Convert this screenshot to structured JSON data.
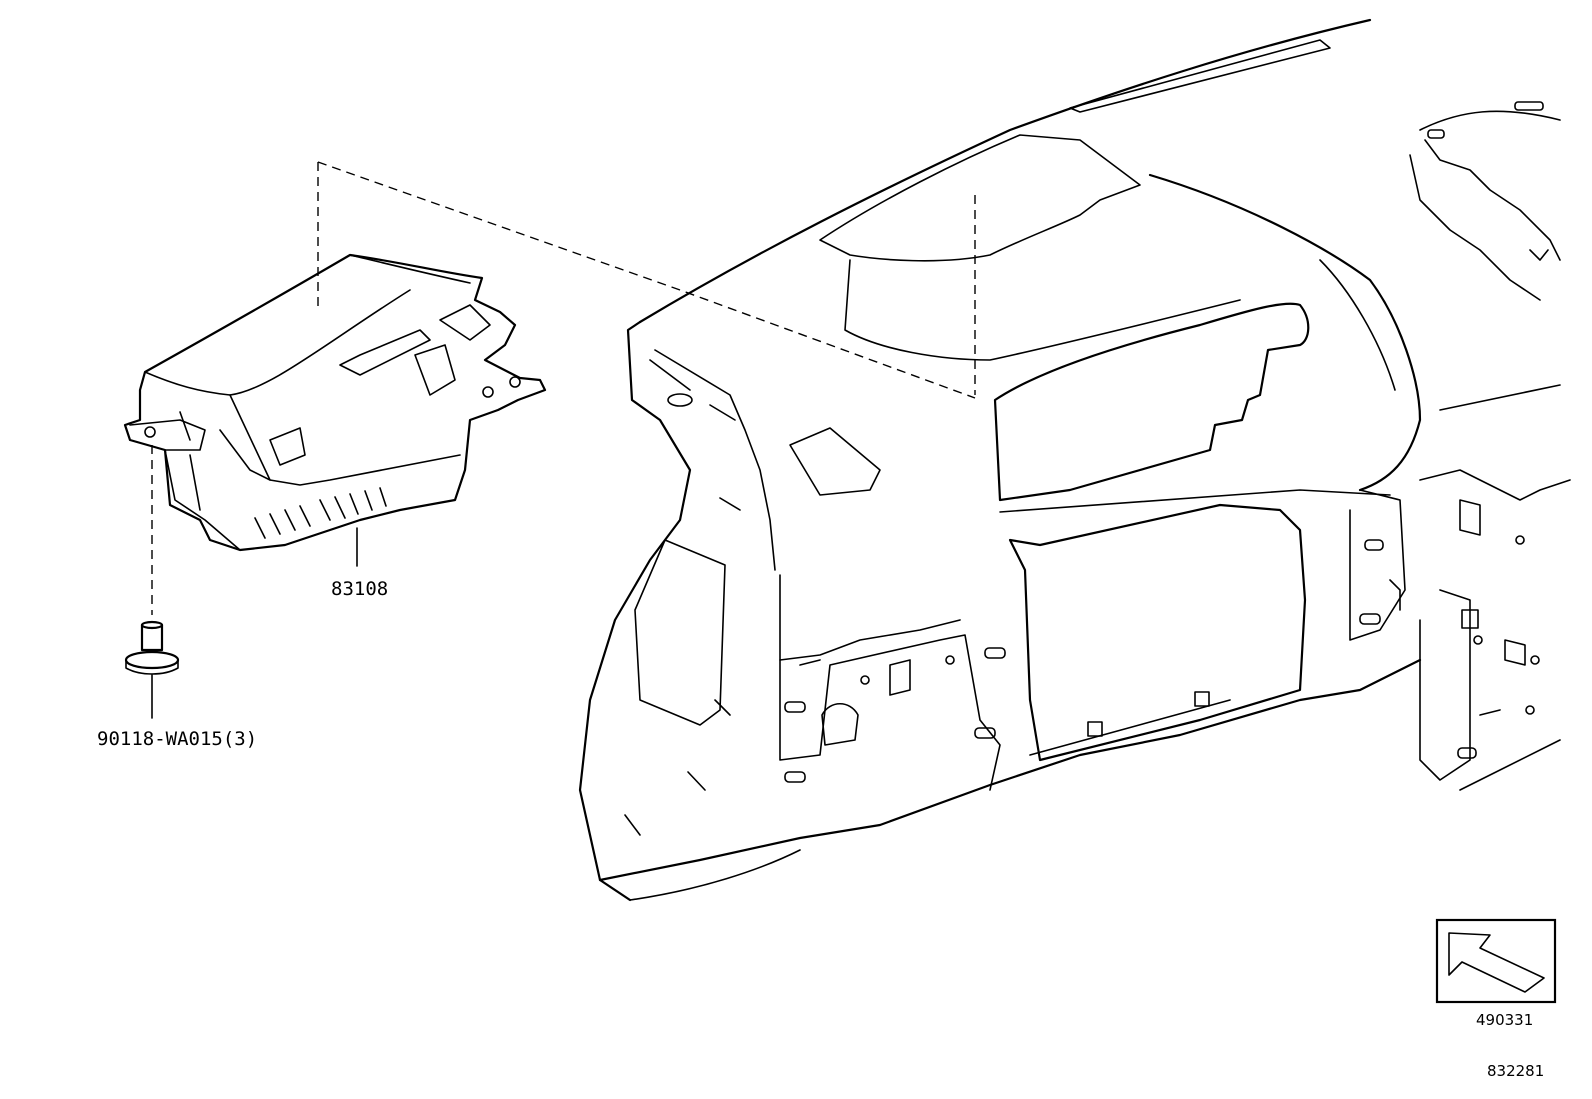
{
  "callouts": {
    "part_main": "83108",
    "part_screw": "90118-WA015(3)"
  },
  "view_arrow": {
    "code": "490331",
    "icon": "direction-arrow-icon"
  },
  "diagram_code": "832281"
}
